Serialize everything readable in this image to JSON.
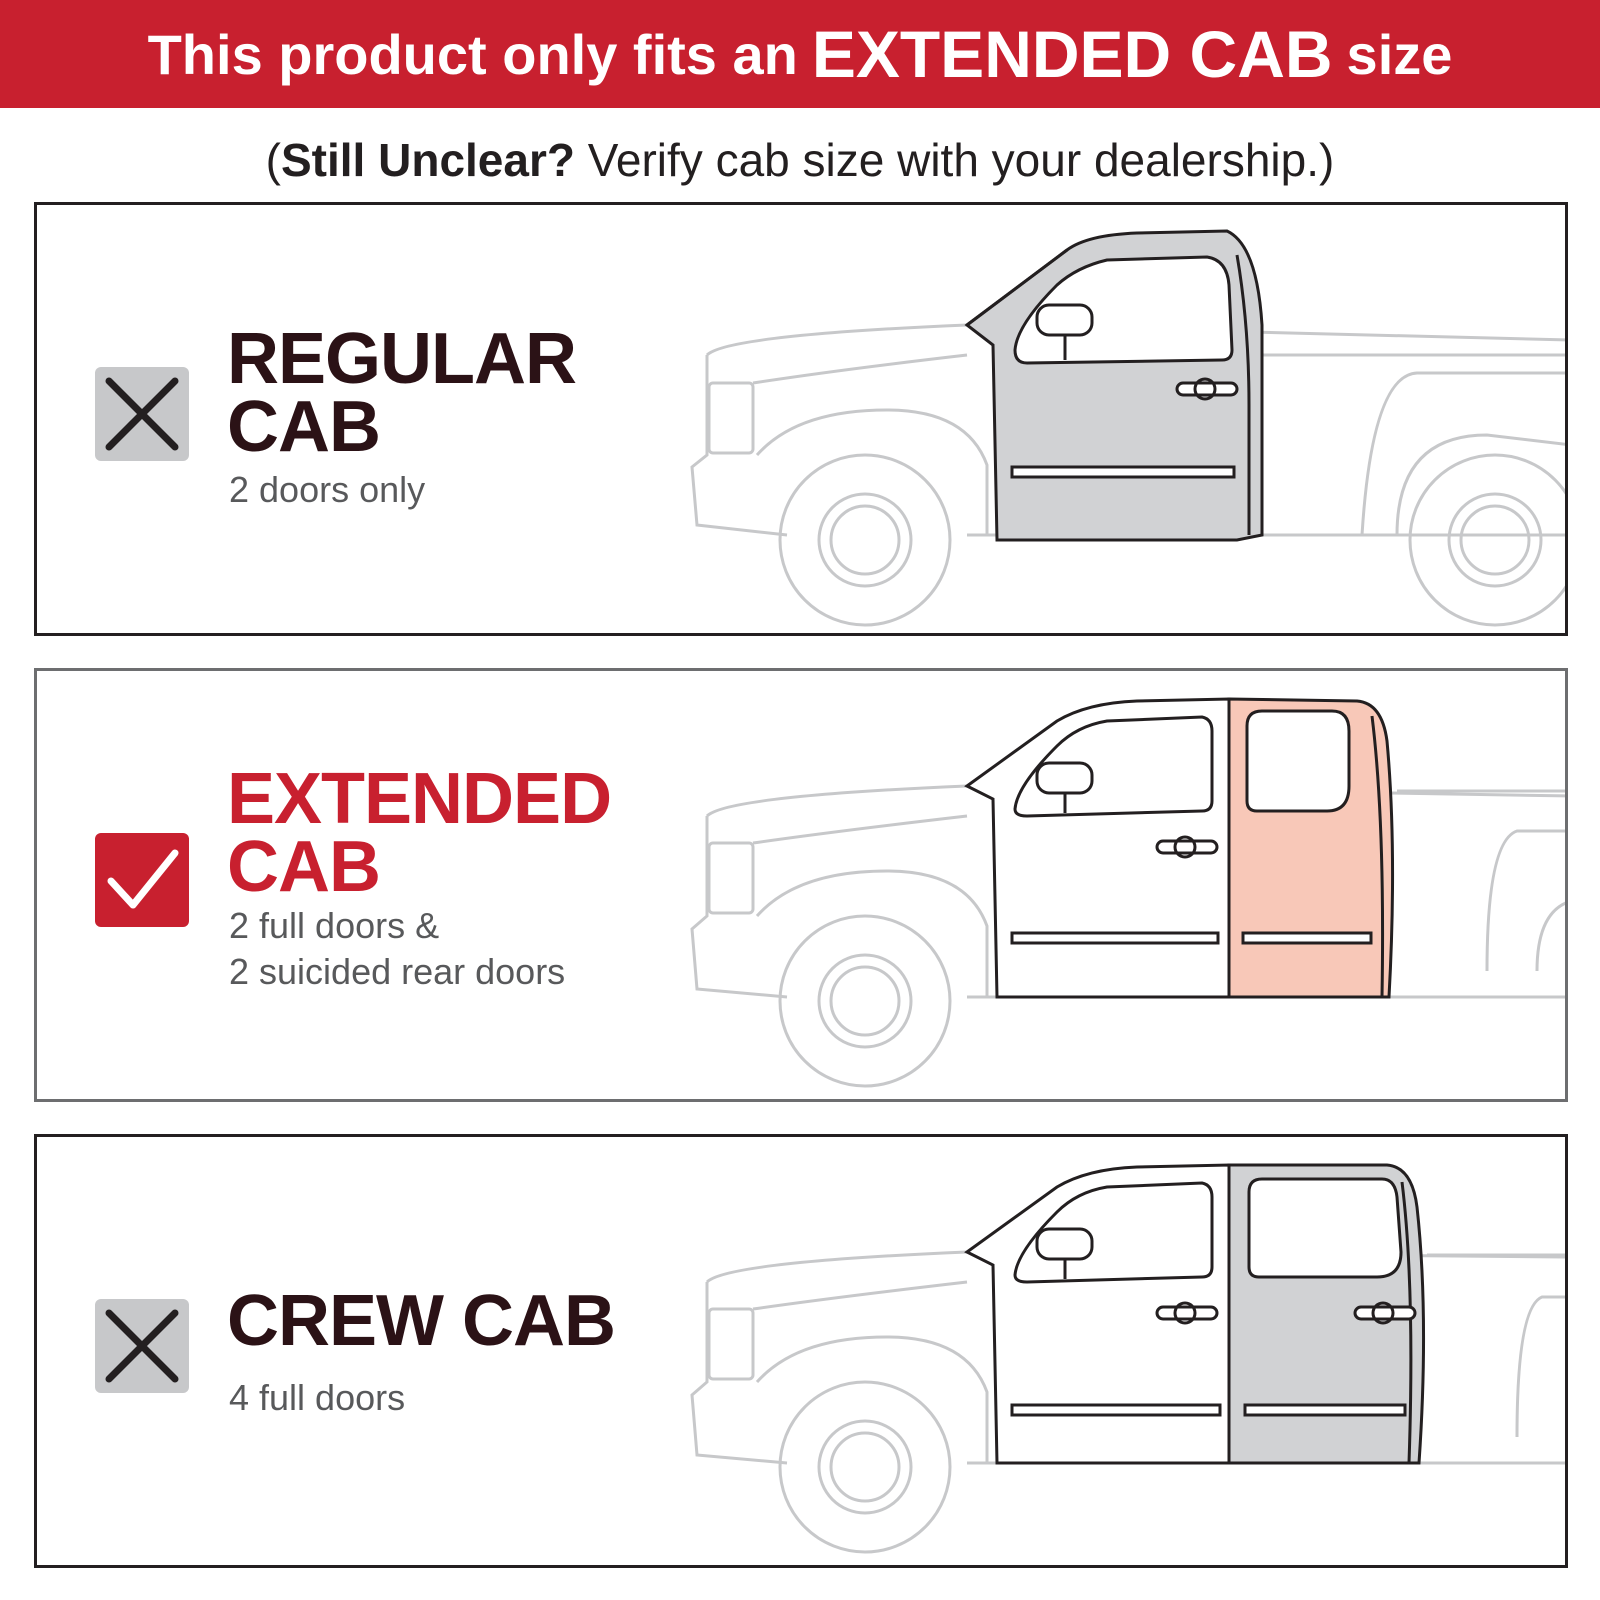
{
  "banner": {
    "prefix": "This product only fits an",
    "highlight": "EXTENDED CAB",
    "suffix": "size"
  },
  "subtitle": {
    "open_paren": "(",
    "bold": "Still Unclear?",
    "rest": " Verify cab size with your dealership.)"
  },
  "cabs": [
    {
      "title_line1": "REGULAR",
      "title_line2": "CAB",
      "desc_line1": "2 doors only",
      "desc_line2": "",
      "fits": false,
      "icon": "x-icon"
    },
    {
      "title_line1": "EXTENDED",
      "title_line2": "CAB",
      "desc_line1": "2 full doors &",
      "desc_line2": "2 suicided rear doors",
      "fits": true,
      "icon": "checkmark-icon"
    },
    {
      "title_line1": "CREW CAB",
      "title_line2": "",
      "desc_line1": "4 full doors",
      "desc_line2": "",
      "fits": false,
      "icon": "x-icon"
    }
  ],
  "colors": {
    "brand_red": "#c8202f",
    "highlight_door": "#f8c8b8",
    "gray_door": "#d1d2d4",
    "outline_gray": "#c7c8ca",
    "dark_text": "#2b1216"
  }
}
